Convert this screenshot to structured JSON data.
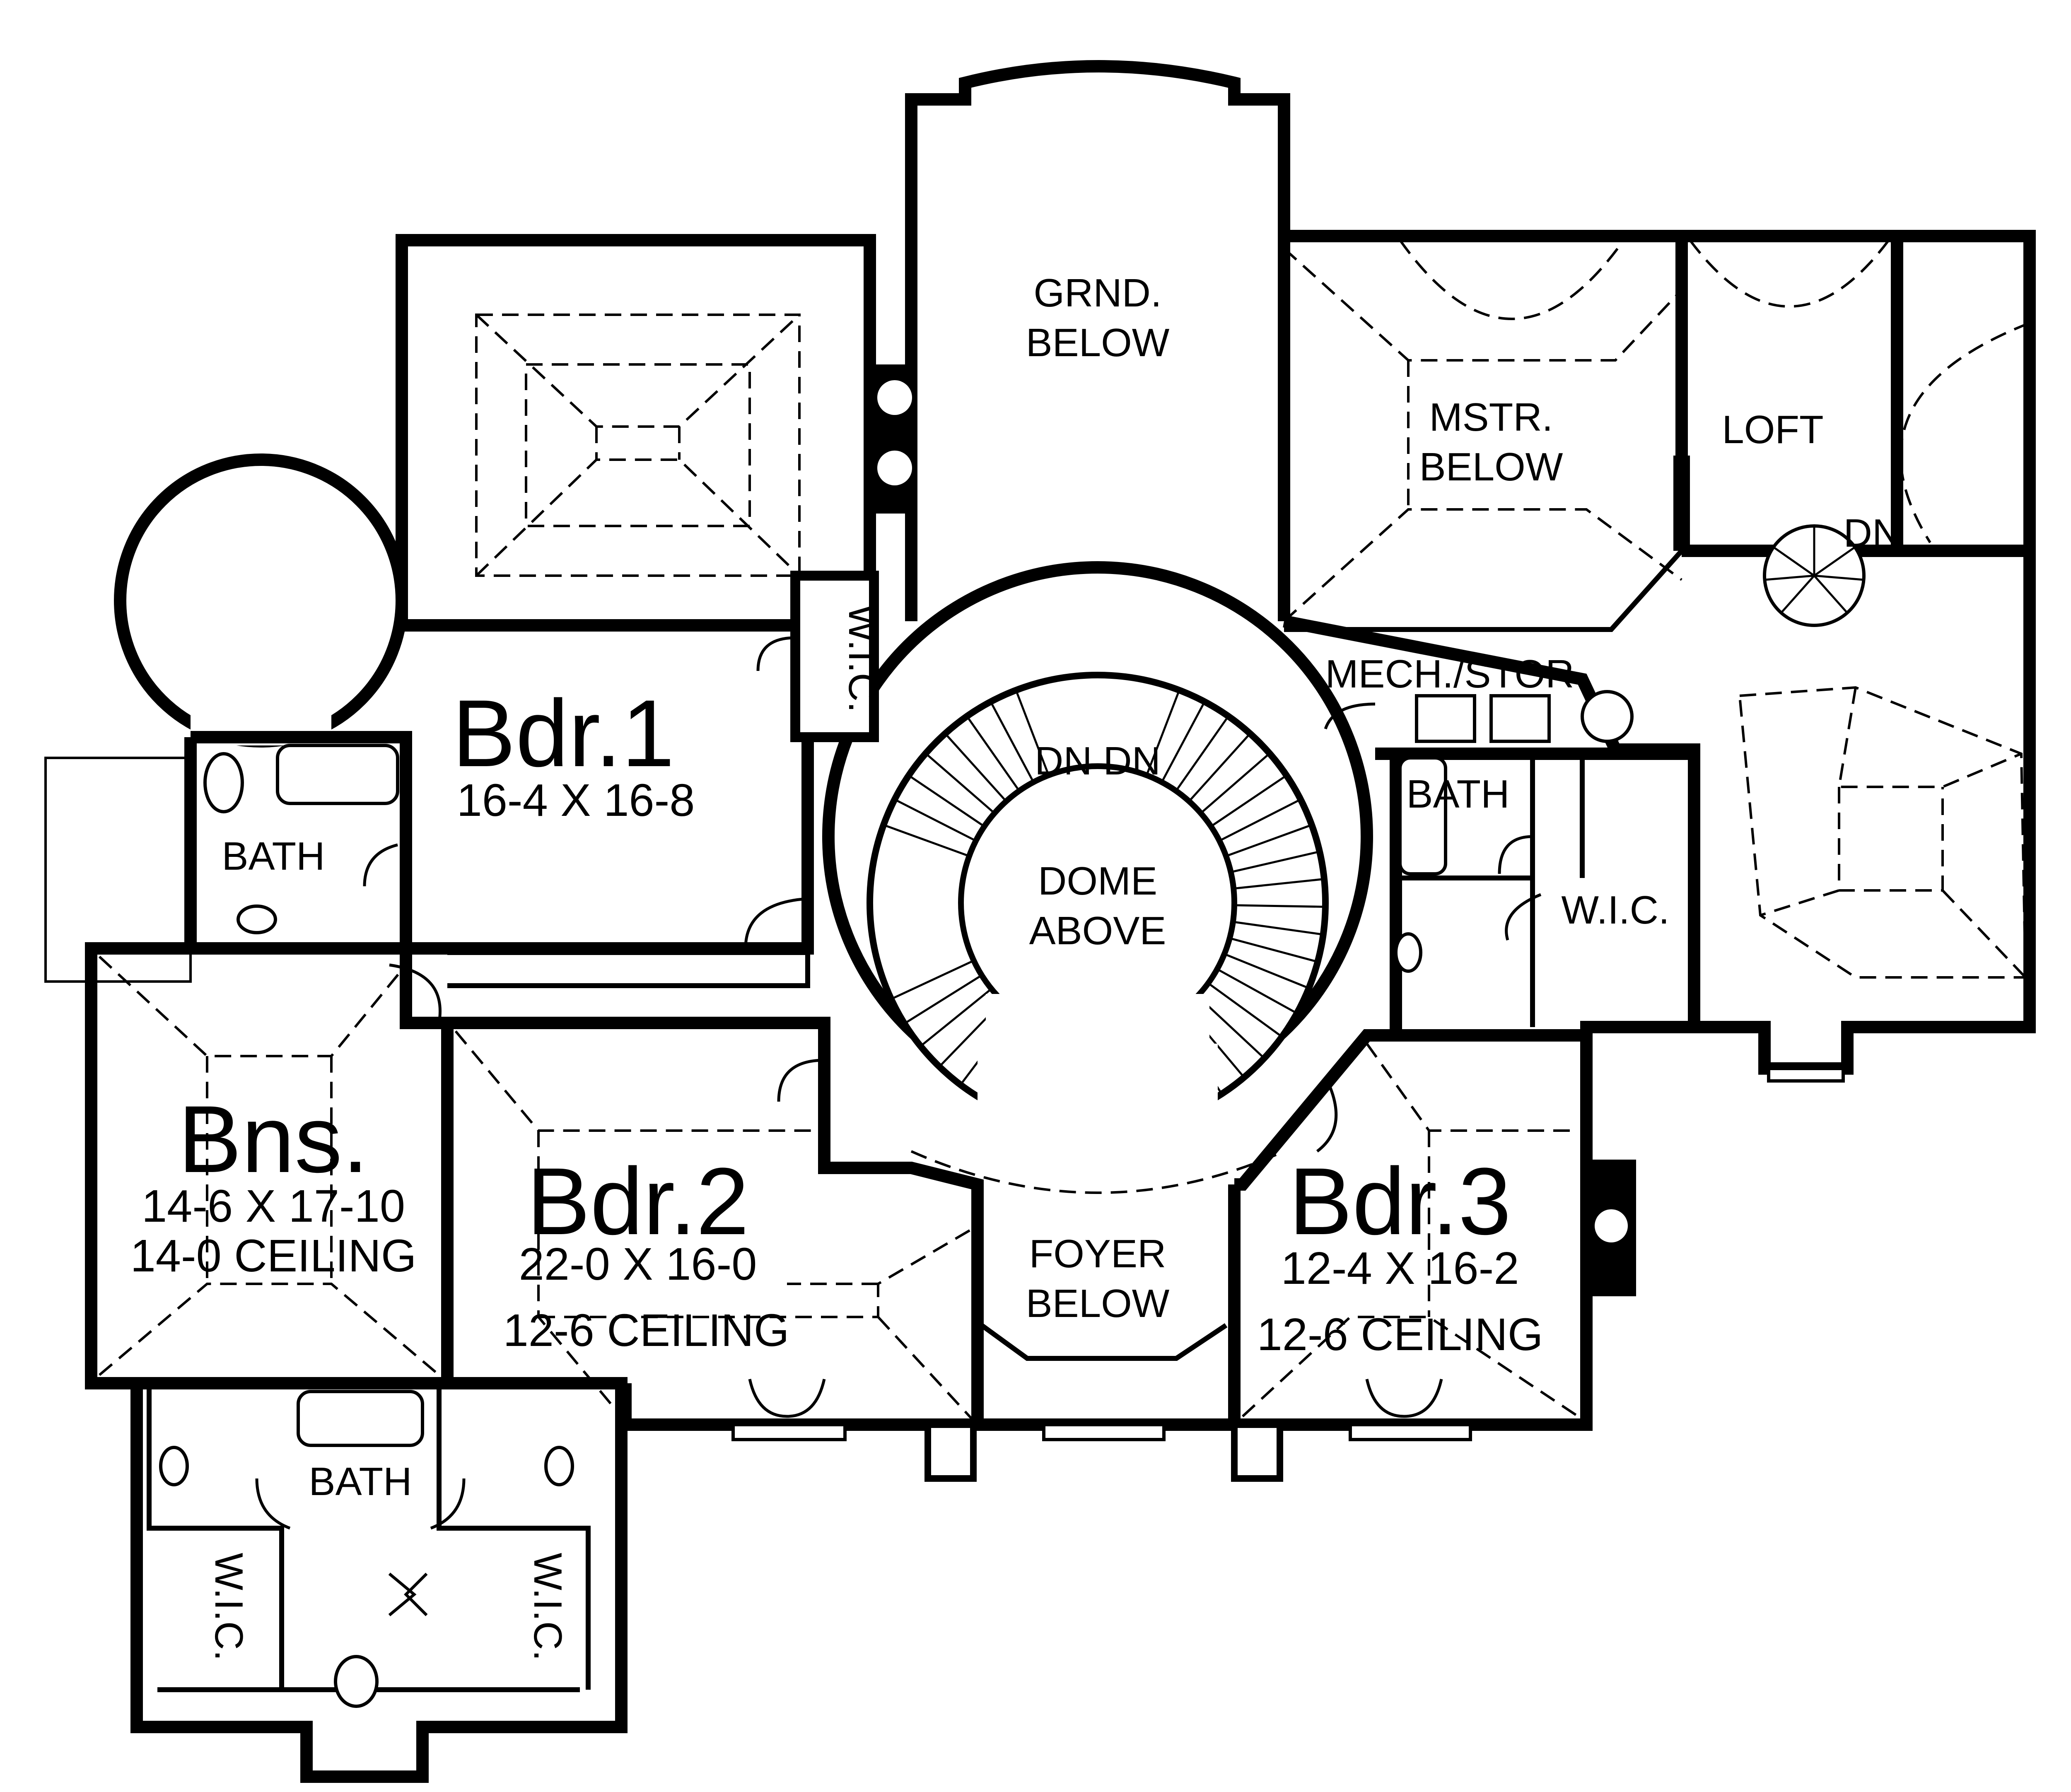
{
  "plan": {
    "rooms": [
      {
        "id": "grand",
        "lines": [
          "GRND.",
          "BELOW"
        ]
      },
      {
        "id": "mstr",
        "lines": [
          "MSTR.",
          "BELOW"
        ]
      },
      {
        "id": "loft",
        "lines": [
          "LOFT"
        ]
      },
      {
        "id": "loft_dn",
        "lines": [
          "DN"
        ]
      },
      {
        "id": "wic_top",
        "lines": [
          "W.I.C."
        ]
      },
      {
        "id": "bdr1",
        "name": "Bdr.1",
        "lines": [
          "16-4 X 16-8"
        ]
      },
      {
        "id": "bath_left",
        "lines": [
          "BATH"
        ]
      },
      {
        "id": "mech",
        "lines": [
          "MECH./STOR"
        ]
      },
      {
        "id": "stair_dn",
        "lines": [
          "DN DN"
        ]
      },
      {
        "id": "dome",
        "lines": [
          "DOME",
          "ABOVE"
        ]
      },
      {
        "id": "bath_right",
        "lines": [
          "BATH"
        ]
      },
      {
        "id": "wic_right",
        "lines": [
          "W.I.C."
        ]
      },
      {
        "id": "bns",
        "name": "Bns.",
        "lines": [
          "14-6 X 17-10",
          "14-0 CEILING"
        ]
      },
      {
        "id": "bdr2",
        "name": "Bdr.2",
        "lines": [
          "22-0 X 16-0",
          "12-6 CEILING"
        ]
      },
      {
        "id": "foyer",
        "lines": [
          "FOYER",
          "BELOW"
        ]
      },
      {
        "id": "bdr3",
        "name": "Bdr.3",
        "lines": [
          "12-4 X 16-2",
          "12-6 CEILING"
        ]
      },
      {
        "id": "bath_bottom",
        "lines": [
          "BATH"
        ]
      },
      {
        "id": "wic_bl",
        "lines": [
          "W.I.C."
        ]
      },
      {
        "id": "wic_br",
        "lines": [
          "W.I.C."
        ]
      }
    ]
  }
}
